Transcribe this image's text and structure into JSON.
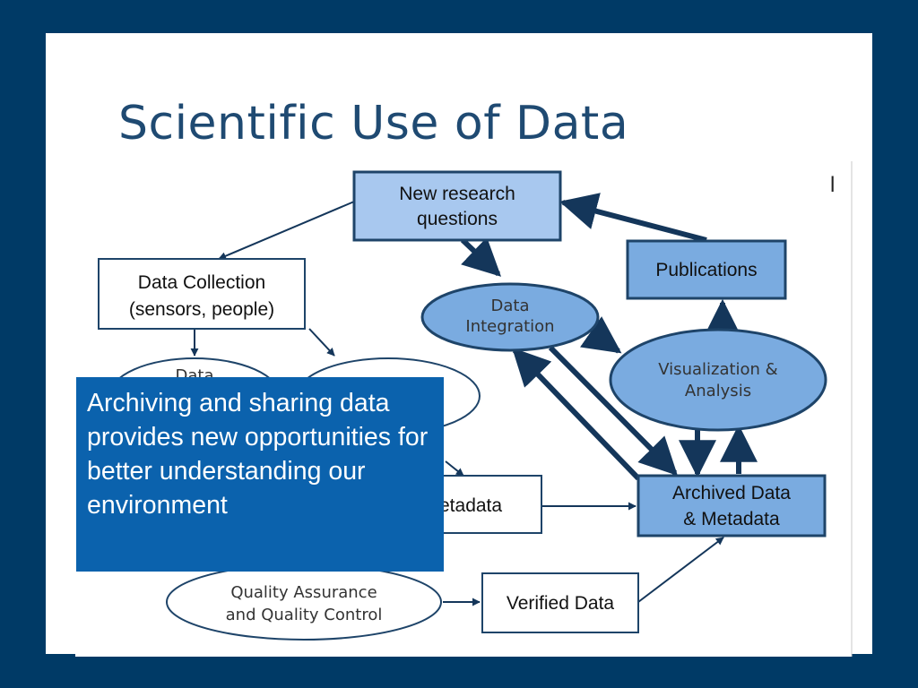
{
  "slide": {
    "title": "Scientific Use of Data",
    "callout_text": "Archiving and sharing data provides new opportunities for better understanding our environment",
    "stray_mark": "l"
  },
  "diagram": {
    "nodes": {
      "new_research": {
        "line1": "New research",
        "line2": "questions"
      },
      "publications": {
        "line1": "Publications"
      },
      "data_collection": {
        "line1": "Data Collection",
        "line2": "(sensors, people)"
      },
      "data_integration": {
        "line1": "Data",
        "line2": "Integration"
      },
      "visualization": {
        "line1": "Visualization &",
        "line2": "Analysis"
      },
      "data_partial": {
        "line1": "Data"
      },
      "metadata_partial": {
        "line1": "etadata"
      },
      "archived": {
        "line1": "Archived Data",
        "line2": "& Metadata"
      },
      "qa_qc": {
        "line1": "Quality Assurance",
        "line2": "and Quality Control"
      },
      "verified": {
        "line1": "Verified Data"
      }
    }
  },
  "colors": {
    "background": "#003a66",
    "title": "#1f4a72",
    "callout": "#0b62ad",
    "node_fill": "#7aabe0",
    "node_fill_light": "#a8c8ef",
    "node_stroke": "#1e4469",
    "arrow": "#14365a"
  }
}
